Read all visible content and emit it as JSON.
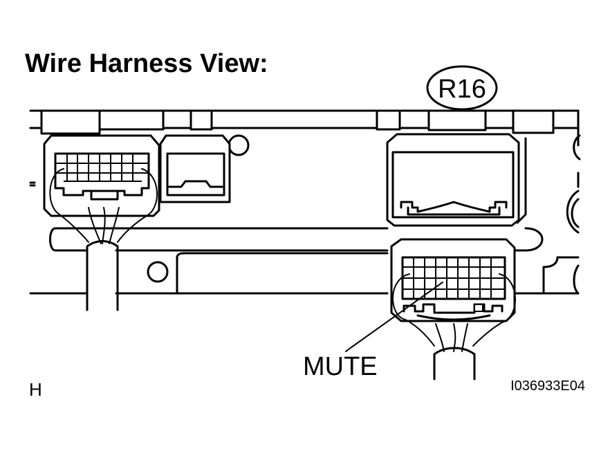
{
  "heading": "Wire Harness View:",
  "connector_id": "R16",
  "pin_label": "MUTE",
  "corner_letter": "H",
  "figure_code": "I036933E04"
}
